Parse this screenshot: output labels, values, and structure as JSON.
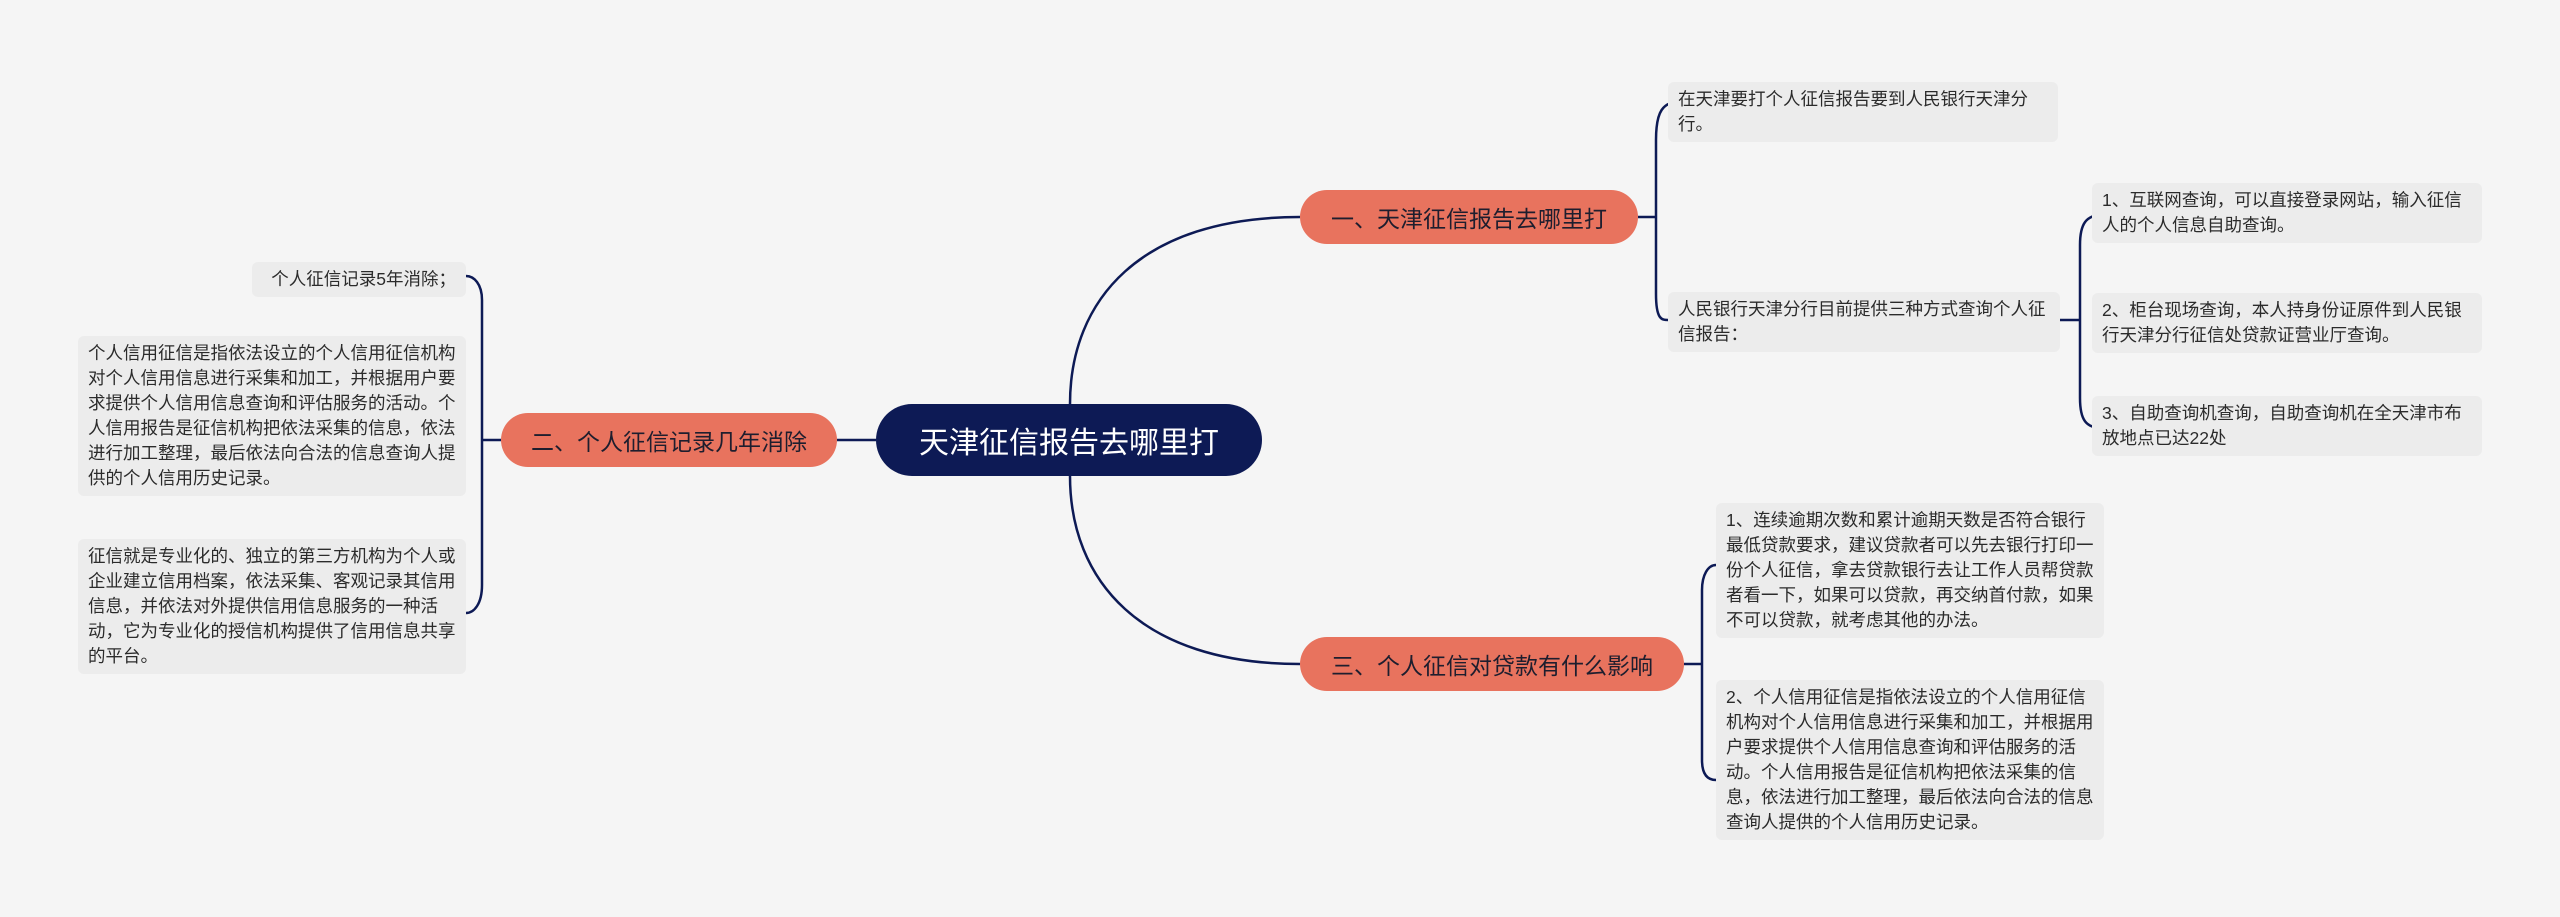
{
  "root": {
    "title": "天津征信报告去哪里打"
  },
  "branches": [
    {
      "label": "一、天津征信报告去哪里打",
      "children": [
        {
          "text": "在天津要打个人征信报告要到人民银行天津分行。"
        },
        {
          "text": "人民银行天津分行目前提供三种方式查询个人征信报告：",
          "children": [
            {
              "text": "1、互联网查询，可以直接登录网站，输入征信人的个人信息自助查询。"
            },
            {
              "text": "2、柜台现场查询，本人持身份证原件到人民银行天津分行征信处贷款证营业厅查询。"
            },
            {
              "text": "3、自助查询机查询，自助查询机在全天津市布放地点已达22处"
            }
          ]
        }
      ]
    },
    {
      "label": "二、个人征信记录几年消除",
      "children": [
        {
          "text": "个人征信记录5年消除；"
        },
        {
          "text": "个人信用征信是指依法设立的个人信用征信机构对个人信用信息进行采集和加工，并根据用户要求提供个人信用信息查询和评估服务的活动。个人信用报告是征信机构把依法采集的信息，依法进行加工整理，最后依法向合法的信息查询人提供的个人信用历史记录。"
        },
        {
          "text": "征信就是专业化的、独立的第三方机构为个人或企业建立信用档案，依法采集、客观记录其信用信息，并依法对外提供信用信息服务的一种活动，它为专业化的授信机构提供了信用信息共享的平台。"
        }
      ]
    },
    {
      "label": "三、个人征信对贷款有什么影响",
      "children": [
        {
          "text": "1、连续逾期次数和累计逾期天数是否符合银行最低贷款要求，建议贷款者可以先去银行打印一份个人征信，拿去贷款银行去让工作人员帮贷款者看一下，如果可以贷款，再交纳首付款，如果不可以贷款，就考虑其他的办法。"
        },
        {
          "text": "2、个人信用征信是指依法设立的个人信用征信机构对个人信用信息进行采集和加工，并根据用户要求提供个人信用信息查询和评估服务的活动。个人信用报告是征信机构把依法采集的信息，依法进行加工整理，最后依法向合法的信息查询人提供的个人信用历史记录。"
        }
      ]
    }
  ],
  "colors": {
    "background": "#f5f5f5",
    "root_fill": "#0d1a55",
    "branch_fill": "#e8735e",
    "leaf_fill": "#ececec",
    "connector": "#0d1a55"
  }
}
